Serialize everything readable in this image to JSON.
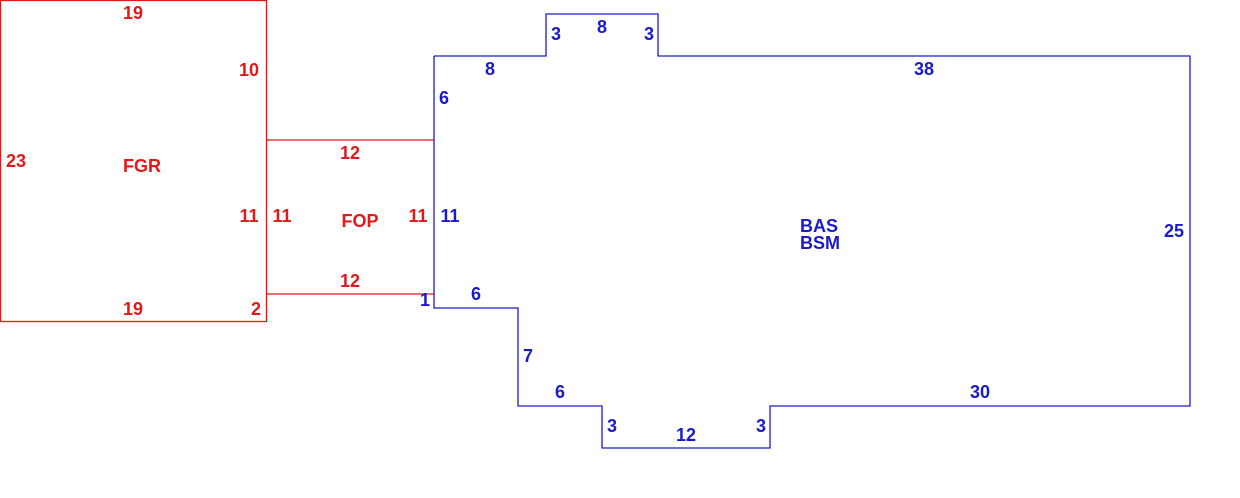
{
  "colors": {
    "red": "#e11919",
    "blue": "#1a1acc"
  },
  "areas": {
    "fgr": {
      "code": "FGR",
      "dims": {
        "top": "19",
        "right_upper": "10",
        "left": "23",
        "right_lower": "11",
        "bottom": "19",
        "bottom_right": "2"
      }
    },
    "fop": {
      "code": "FOP",
      "dims": {
        "top": "12",
        "left": "11",
        "right": "11",
        "bottom": "12"
      }
    },
    "bas": {
      "codes": [
        "BAS",
        "BSM"
      ],
      "dims": {
        "bump_left": "3",
        "bump_top": "8",
        "bump_right": "3",
        "top_left": "8",
        "left_upper": "6",
        "top_right": "38",
        "left_middle": "11",
        "right": "25",
        "step_small": "1",
        "step_top": "6",
        "step_side": "7",
        "lower_left": "6",
        "bottom_bump_left": "3",
        "bottom_bump_bottom": "12",
        "bottom_bump_right": "3",
        "bottom_right": "30"
      }
    }
  }
}
